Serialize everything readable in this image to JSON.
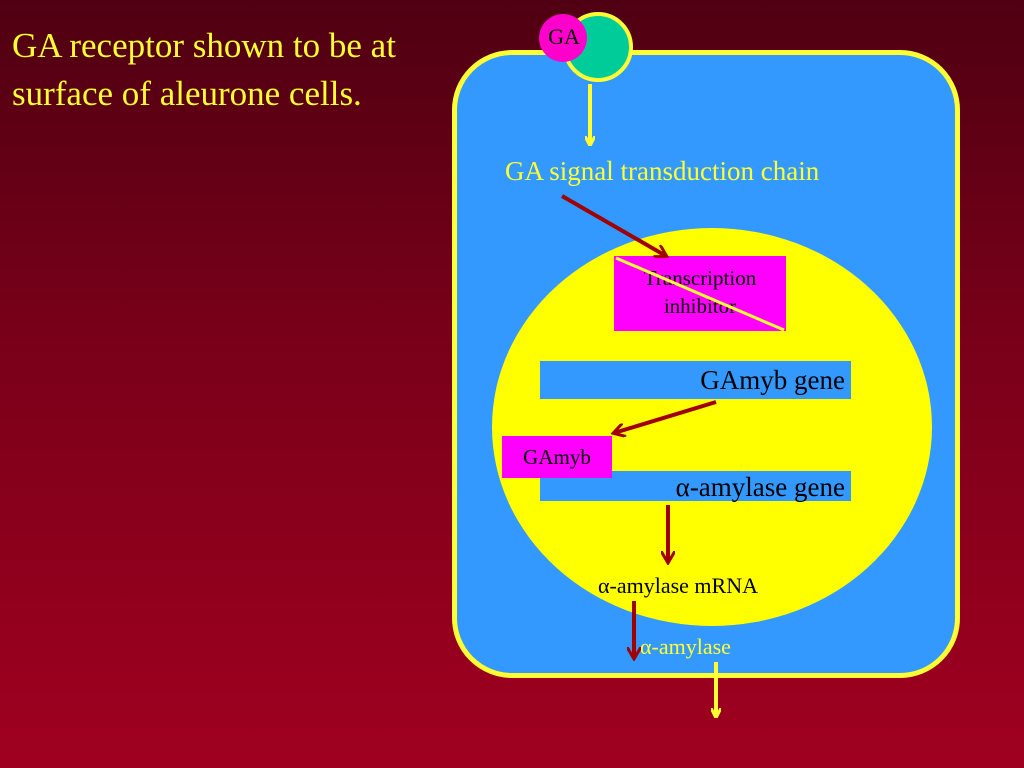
{
  "caption": "GA receptor shown to be at surface of aleurone cells.",
  "ga_label": "GA",
  "signal_chain": "GA signal transduction chain",
  "inhibitor": [
    "Transcription",
    "inhibitor"
  ],
  "gamyb_gene": "GAmyb gene",
  "gamyb_protein": "GAmyb",
  "amylase_gene": "α-amylase gene",
  "mrna": "α-amylase mRNA",
  "amylase": "α-amylase",
  "colors": {
    "background": "#7a0019",
    "cell": "#3399ff",
    "membrane": "#ffff33",
    "nucleus": "#ffff00",
    "label_box": "#ff00ff",
    "receptor": "#00cc99",
    "red_arrow": "#a00000"
  }
}
